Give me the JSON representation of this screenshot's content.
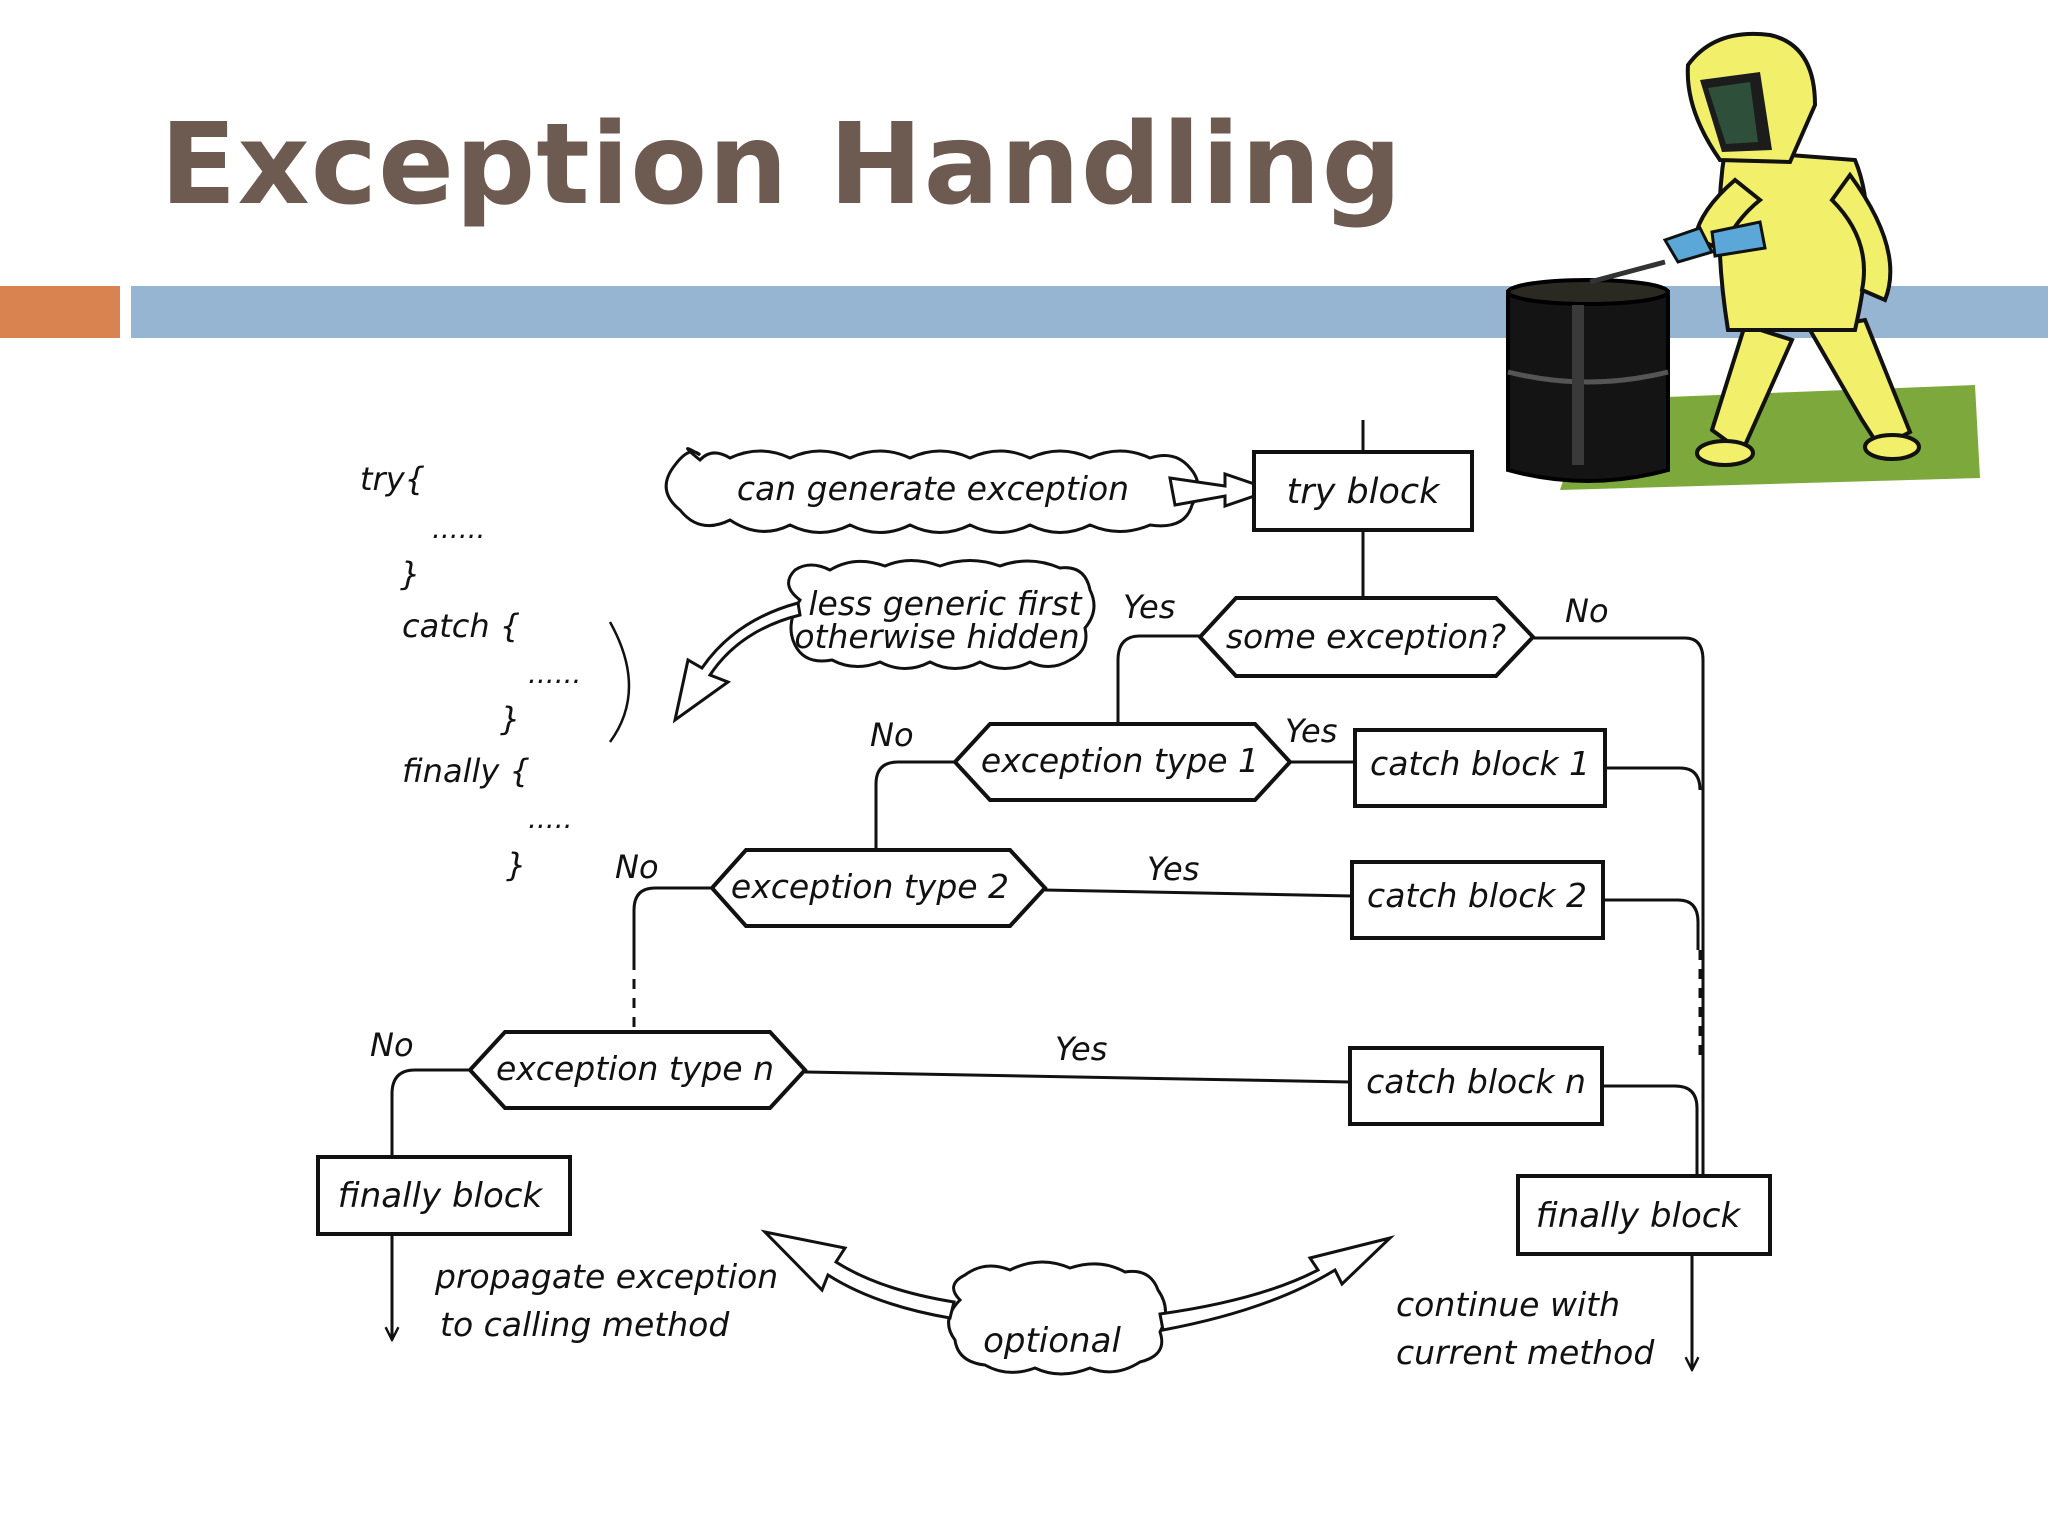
{
  "slide": {
    "title": "Exception Handling"
  },
  "code": {
    "line1": "try{",
    "line2": "......",
    "line3": "}",
    "line4": "catch {",
    "line5": "......",
    "line6": "}",
    "line7": "finally {",
    "line8": ".....",
    "line9": "}"
  },
  "flow": {
    "cloud_generate": "can generate exception",
    "try_block": "try block",
    "cloud_generic_1": "less generic first",
    "cloud_generic_2": "otherwise hidden",
    "some_exception": "some exception?",
    "yes": "Yes",
    "no": "No",
    "exception_type_1": "exception type 1",
    "exception_type_2": "exception type 2",
    "exception_type_n": "exception type n",
    "catch_block_1": "catch block 1",
    "catch_block_2": "catch block 2",
    "catch_block_n": "catch block n",
    "finally_block": "finally block",
    "propagate_1": "propagate exception",
    "propagate_2": "to calling method",
    "optional": "optional",
    "continue_1": "continue with",
    "continue_2": "current method"
  },
  "colors": {
    "title": "#6d5a50",
    "accent_orange": "#d98350",
    "accent_blue": "#95b5d3",
    "suit_yellow": "#f2ef6a",
    "glove_blue": "#5aa7d8",
    "ground_green": "#7da83c"
  },
  "illustration": {
    "icon": "hazmat-worker-icon"
  }
}
